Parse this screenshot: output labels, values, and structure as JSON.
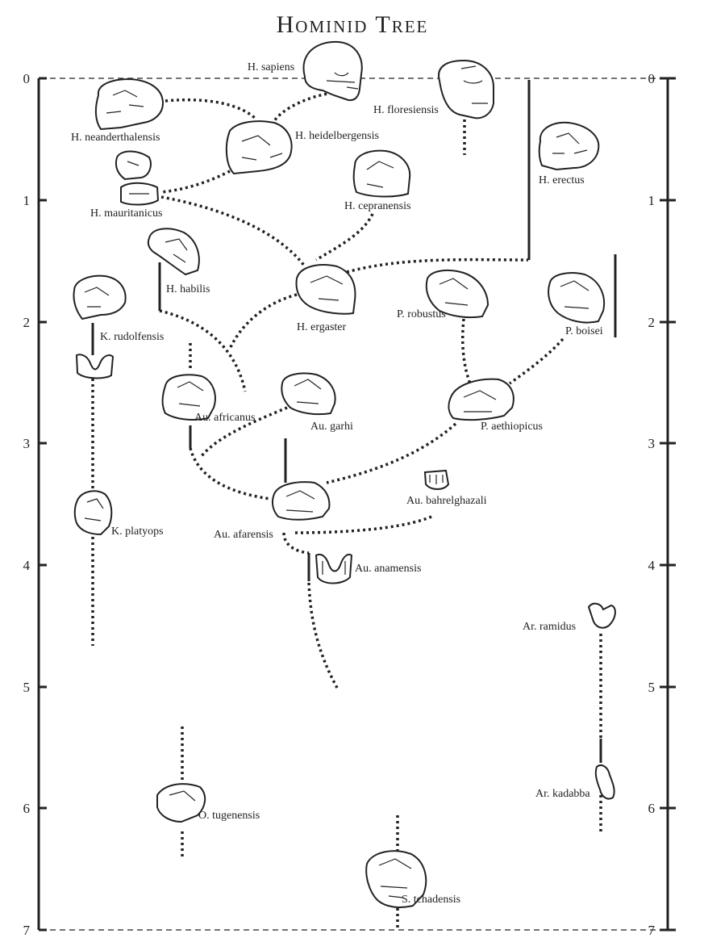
{
  "title": "Hominid Tree",
  "axis": {
    "ticks": [
      "0",
      "1",
      "2",
      "3",
      "4",
      "5",
      "6",
      "7"
    ]
  },
  "species": [
    {
      "name": "H. sapiens"
    },
    {
      "name": "H. floresiensis"
    },
    {
      "name": "H. neanderthalensis"
    },
    {
      "name": "H. heidelbergensis"
    },
    {
      "name": "H. erectus"
    },
    {
      "name": "H. mauritanicus"
    },
    {
      "name": "H. cepranensis"
    },
    {
      "name": "H. habilis"
    },
    {
      "name": "H. ergaster"
    },
    {
      "name": "K. rudolfensis"
    },
    {
      "name": "P. robustus"
    },
    {
      "name": "P. boisei"
    },
    {
      "name": "Au. africanus"
    },
    {
      "name": "Au. garhi"
    },
    {
      "name": "P. aethiopicus"
    },
    {
      "name": "Au. bahrelghazali"
    },
    {
      "name": "K. platyops"
    },
    {
      "name": "Au. afarensis"
    },
    {
      "name": "Au. anamensis"
    },
    {
      "name": "Ar. ramidus"
    },
    {
      "name": "Ar. kadabba"
    },
    {
      "name": "O. tugenensis"
    },
    {
      "name": "S. tchadensis"
    }
  ]
}
